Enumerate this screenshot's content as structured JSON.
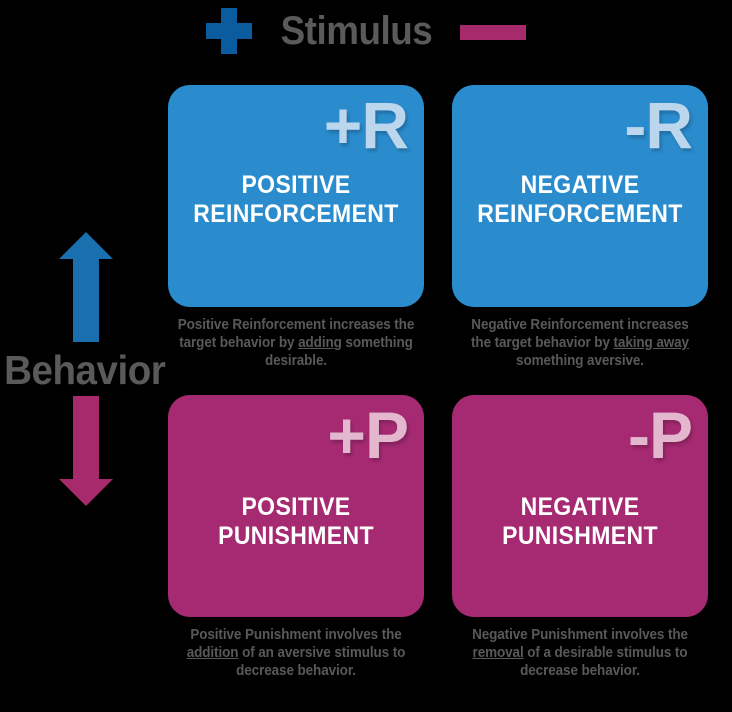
{
  "header": {
    "plus_icon": "plus-sign",
    "title": "Stimulus",
    "minus_icon": "minus-sign",
    "plus_color": "#0a5c9e",
    "minus_color": "#a72a6d",
    "title_color": "#5a5a5a"
  },
  "axis": {
    "label": "Behavior",
    "up_arrow_icon": "arrow-up-icon",
    "down_arrow_icon": "arrow-down-icon",
    "up_arrow_color": "#1a6faf",
    "down_arrow_color": "#a72a6d",
    "label_color": "#5a5a5a"
  },
  "quadrants": [
    {
      "code": "+R",
      "title_line1": "POSITIVE",
      "title_line2": "REINFORCEMENT",
      "color": "#2a8ccd",
      "code_color": "#bcd6ee",
      "caption_pre": "Positive Reinforcement increases the target behavior by ",
      "caption_underlined": "adding",
      "caption_post": " something desirable."
    },
    {
      "code": "-R",
      "title_line1": "NEGATIVE",
      "title_line2": "REINFORCEMENT",
      "color": "#2a8ccd",
      "code_color": "#bcd6ee",
      "caption_pre": "Negative Reinforcement increases the target behavior by ",
      "caption_underlined": "taking away",
      "caption_post": " something aversive."
    },
    {
      "code": "+P",
      "title_line1": "POSITIVE",
      "title_line2": "PUNISHMENT",
      "color": "#a52a72",
      "code_color": "#e3b8cf",
      "caption_pre": "Positive Punishment involves the ",
      "caption_underlined": "addition",
      "caption_post": " of an aversive stimulus to decrease behavior."
    },
    {
      "code": "-P",
      "title_line1": "NEGATIVE",
      "title_line2": "PUNISHMENT",
      "color": "#a52a72",
      "code_color": "#e3b8cf",
      "caption_pre": "Negative Punishment involves the ",
      "caption_underlined": "removal",
      "caption_post": " of a desirable stimulus to decrease behavior."
    }
  ]
}
